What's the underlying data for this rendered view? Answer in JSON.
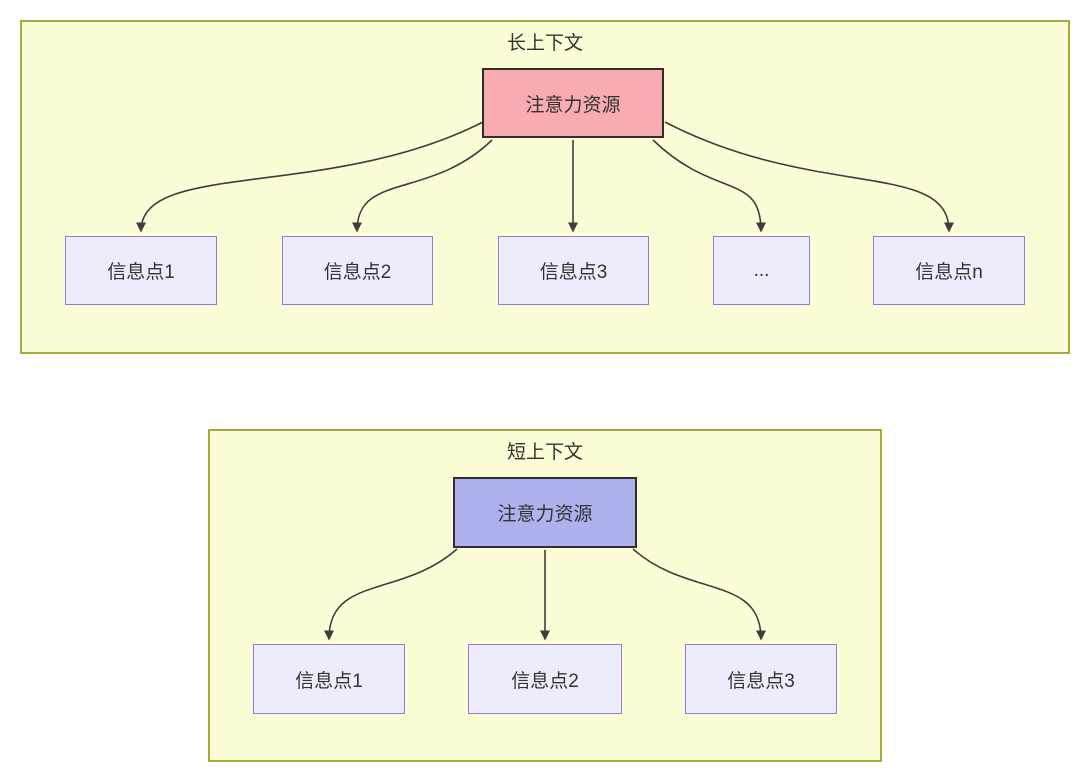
{
  "diagram": {
    "type": "attention-allocation-comparison",
    "panels": [
      {
        "title": "长上下文",
        "root_label": "注意力资源",
        "root_fill": "#f8acb2",
        "children": [
          "信息点1",
          "信息点2",
          "信息点3",
          "...",
          "信息点n"
        ]
      },
      {
        "title": "短上下文",
        "root_label": "注意力资源",
        "root_fill": "#aeb1ec",
        "children": [
          "信息点1",
          "信息点2",
          "信息点3"
        ]
      }
    ],
    "colors": {
      "page_background": "#ffffff",
      "panel_fill": "#fcfcd7",
      "panel_border": "#a9a93b",
      "root_border": "#2f2f2f",
      "child_fill": "#ececfc",
      "child_border": "#977bd2",
      "edge": "#3d3d3d",
      "text": "#333333"
    }
  }
}
